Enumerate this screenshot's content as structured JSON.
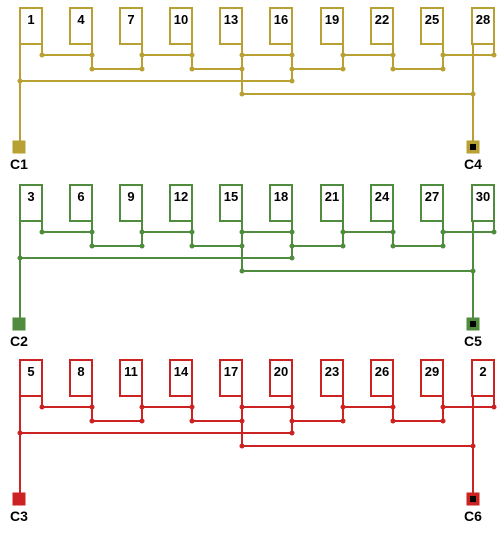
{
  "groups": [
    {
      "key": "y",
      "color": "#b8a033",
      "slots": [
        "1",
        "4",
        "7",
        "10",
        "13",
        "16",
        "19",
        "22",
        "25",
        "28"
      ],
      "terminals": [
        {
          "label": "C1",
          "inner": "filled"
        },
        {
          "label": "C4",
          "inner": "black"
        }
      ]
    },
    {
      "key": "g",
      "color": "#4f8c3e",
      "slots": [
        "3",
        "6",
        "9",
        "12",
        "15",
        "18",
        "21",
        "24",
        "27",
        "30"
      ],
      "terminals": [
        {
          "label": "C2",
          "inner": "filled"
        },
        {
          "label": "C5",
          "inner": "black"
        }
      ]
    },
    {
      "key": "r",
      "color": "#cc2222",
      "slots": [
        "5",
        "8",
        "11",
        "14",
        "17",
        "20",
        "23",
        "26",
        "29",
        "2"
      ],
      "terminals": [
        {
          "label": "C3",
          "inner": "filled"
        },
        {
          "label": "C6",
          "inner": "black"
        }
      ]
    }
  ]
}
